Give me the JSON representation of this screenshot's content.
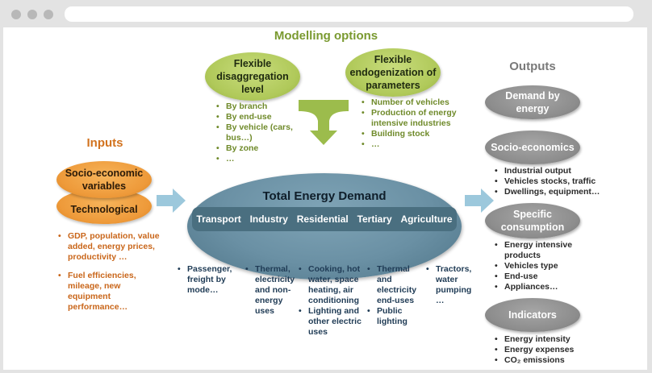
{
  "browser": {
    "controls": [
      "window-dot",
      "window-dot",
      "window-dot"
    ],
    "address_value": ""
  },
  "modelling": {
    "heading": "Modelling options",
    "disaggregation": {
      "label_lines": [
        "Flexible",
        "disaggregation",
        "level"
      ],
      "items": [
        "By branch",
        "By end-use",
        "By vehicle (cars, bus…)",
        "By zone",
        "…"
      ]
    },
    "endogenization": {
      "label_lines": [
        "Flexible",
        "endogenization of",
        "parameters"
      ],
      "items": [
        "Number of vehicles",
        "Production of energy intensive industries",
        "Building stock",
        "…"
      ]
    },
    "merge_arrow_icon": "merge-down-arrow"
  },
  "inputs": {
    "heading": "Inputs",
    "socio_label_lines": [
      "Socio-economic",
      "variables"
    ],
    "tech_label": "Technological",
    "items": [
      "GDP, population, value added, energy prices, productivity …",
      "Fuel efficiencies, mileage, new equipment performance…"
    ]
  },
  "center": {
    "title": "Total Energy Demand",
    "sectors": [
      {
        "name": "Transport",
        "items": [
          "Passenger, freight by mode…"
        ]
      },
      {
        "name": "Industry",
        "items": [
          "Thermal, electricity and non-energy uses"
        ]
      },
      {
        "name": "Residential",
        "items": [
          "Cooking, hot water, space heating, air conditioning",
          "Lighting and other electric uses"
        ]
      },
      {
        "name": "Tertiary",
        "items": [
          "Thermal and electricity end-uses",
          "Public lighting"
        ]
      },
      {
        "name": "Agriculture",
        "items": [
          "Tractors, water pumping …"
        ]
      }
    ]
  },
  "outputs": {
    "heading": "Outputs",
    "groups": [
      {
        "label_lines": [
          "Demand by",
          "energy"
        ],
        "items": []
      },
      {
        "label_lines": [
          "Socio-economics"
        ],
        "items": [
          "Industrial output",
          "Vehicles stocks, traffic",
          "Dwellings, equipment…"
        ]
      },
      {
        "label_lines": [
          "Specific",
          "consumption"
        ],
        "items": [
          "Energy intensive products",
          "Vehicles type",
          "End-use",
          "Appliances…"
        ]
      },
      {
        "label_lines": [
          "Indicators"
        ],
        "items": [
          "Energy intensity",
          "Energy expenses",
          "CO₂ emissions"
        ]
      }
    ]
  },
  "colors": {
    "green": "#8aa83a",
    "orange": "#e38a2e",
    "steel_blue": "#6a90a4",
    "gray": "#8d8d8d",
    "arrow_blue": "#9cc8dc",
    "navy_text": "#1f3b55"
  }
}
